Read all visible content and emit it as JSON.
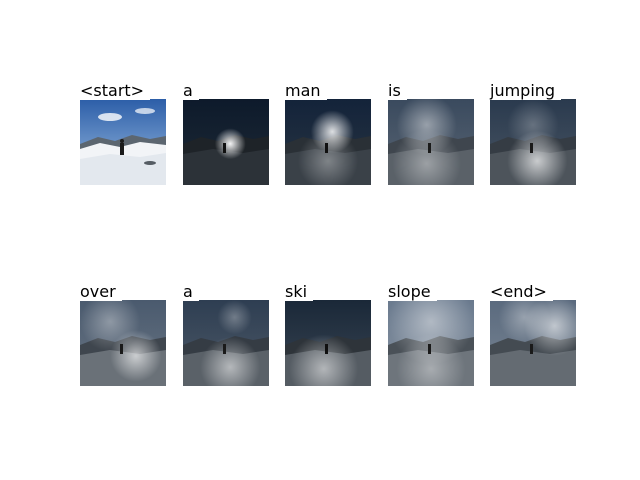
{
  "caption_steps": [
    {
      "word": "<start>",
      "focus": null
    },
    {
      "word": "a",
      "focus": "person"
    },
    {
      "word": "man",
      "focus": "person-upper"
    },
    {
      "word": "is",
      "focus": "diffuse"
    },
    {
      "word": "jumping",
      "focus": "lower-center"
    },
    {
      "word": "over",
      "focus": "lower-right"
    },
    {
      "word": "a",
      "focus": "lower-center"
    },
    {
      "word": "ski",
      "focus": "ground"
    },
    {
      "word": "slope",
      "focus": "sky-wide"
    },
    {
      "word": "<end>",
      "focus": "sky-right"
    }
  ]
}
